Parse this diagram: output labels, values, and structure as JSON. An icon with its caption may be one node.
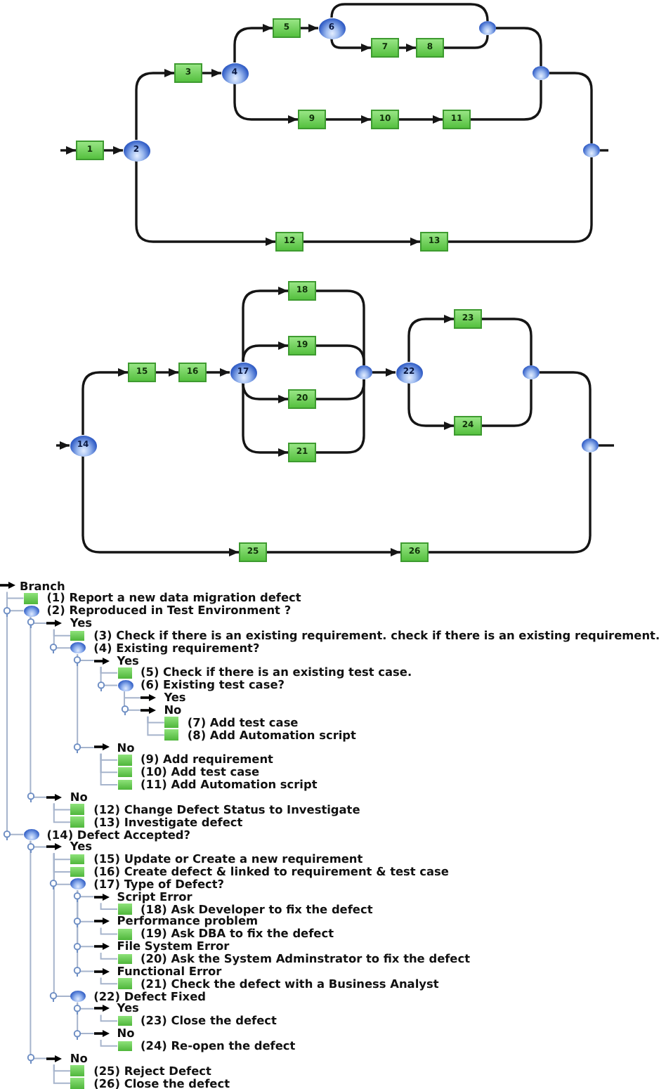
{
  "diagram": {
    "nodes": [
      {
        "text": [
          "1"
        ]
      },
      {
        "text": [
          "2"
        ]
      },
      {
        "text": [
          "3"
        ]
      },
      {
        "text": [
          "4"
        ]
      },
      {
        "text": [
          "5"
        ]
      },
      {
        "text": [
          "6"
        ]
      },
      {
        "text": [
          "7"
        ]
      },
      {
        "text": [
          "8"
        ]
      },
      {
        "text": [],
        "shape": "circle"
      },
      {
        "text": [
          "9"
        ]
      },
      {
        "text": [
          "10"
        ]
      },
      {
        "text": [
          "11"
        ]
      },
      {
        "text": [],
        "shape": "circle"
      },
      {
        "text": [
          "12"
        ]
      },
      {
        "text": [
          "13"
        ]
      },
      {
        "text": [],
        "shape": "circle"
      },
      {
        "text": [
          "14"
        ]
      },
      {
        "text": [
          "15"
        ]
      },
      {
        "text": [
          "16"
        ]
      },
      {
        "text": [
          "17"
        ]
      },
      {
        "text": [
          "18"
        ]
      },
      {
        "text": [
          "19"
        ]
      },
      {
        "text": [
          "20"
        ]
      },
      {
        "text": [
          "21"
        ]
      },
      {
        "text": [],
        "shape": "circle"
      },
      {
        "text": [
          "22"
        ]
      },
      {
        "text": [
          "23"
        ]
      },
      {
        "text": [
          "24"
        ]
      },
      {
        "text": [],
        "shape": "circle"
      },
      {
        "text": [
          "25"
        ]
      },
      {
        "text": [
          "26"
        ]
      },
      {
        "text": [],
        "shape": "circle"
      },
      {
        "text": [
          "Branch"
        ]
      },
      {
        "text": [
          "(1) Report a new data migration defect"
        ]
      },
      {
        "text": [
          "(2) Reproduced in Test Environment ?"
        ]
      },
      {
        "text": [
          "Yes"
        ]
      },
      {
        "text": [
          "(3) Check if there is an existing requirement. check if there is an existing requirement."
        ]
      },
      {
        "text": [
          "(4) Existing requirement?"
        ]
      },
      {
        "text": [
          "Yes"
        ]
      },
      {
        "text": [
          "(5) Check if there is an existing test case."
        ]
      },
      {
        "text": [
          "(6) Existing test case?"
        ]
      },
      {
        "text": [
          "Yes"
        ]
      },
      {
        "text": [
          "No"
        ]
      },
      {
        "text": [
          "(7) Add test case"
        ]
      },
      {
        "text": [
          "(8) Add Automation script"
        ]
      },
      {
        "text": [
          "No"
        ]
      },
      {
        "text": [
          "(9) Add requirement"
        ]
      },
      {
        "text": [
          "(10) Add test case"
        ]
      },
      {
        "text": [
          "(11) Add Automation script"
        ]
      },
      {
        "text": [
          "No"
        ]
      },
      {
        "text": [
          "(12) Change Defect Status to Investigate"
        ]
      },
      {
        "text": [
          "(13) Investigate defect"
        ]
      },
      {
        "text": [
          "(14) Defect Accepted?"
        ]
      },
      {
        "text": [
          "Yes"
        ]
      },
      {
        "text": [
          "(15) Update or Create a new requirement"
        ]
      },
      {
        "text": [
          "(16) Create defect & linked to requirement & test case"
        ]
      },
      {
        "text": [
          "(17) Type of Defect?"
        ]
      },
      {
        "text": [
          "Script Error"
        ]
      },
      {
        "text": [
          "(18) Ask Developer to fix the defect"
        ]
      },
      {
        "text": [
          "Performance problem"
        ]
      },
      {
        "text": [
          "(19) Ask DBA to fix the defect"
        ]
      },
      {
        "text": [
          "File System Error"
        ]
      },
      {
        "text": [
          "(20) Ask the System Adminstrator to fix the defect"
        ]
      },
      {
        "text": [
          "Functional Error"
        ]
      },
      {
        "text": [
          "(21) Check the defect with a Business Analyst"
        ]
      },
      {
        "text": [
          "(22) Defect Fixed"
        ]
      },
      {
        "text": [
          "Yes"
        ]
      },
      {
        "text": [
          "(23) Close the defect"
        ]
      },
      {
        "text": [
          "No"
        ]
      },
      {
        "text": [
          "(24) Re-open the defect"
        ]
      },
      {
        "text": [
          "No"
        ]
      },
      {
        "text": [
          "(25) Reject Defect"
        ]
      },
      {
        "text": [
          "(26) Close the defect"
        ]
      }
    ],
    "edges": [
      {
        "from": null,
        "to": 0,
        "arrow": "to"
      },
      {
        "from": 0,
        "to": 1,
        "arrow": "to"
      },
      {
        "from": 1,
        "to": 2,
        "arrow": "to"
      },
      {
        "from": 2,
        "to": 3,
        "arrow": "to"
      },
      {
        "from": 3,
        "to": 4,
        "arrow": "to"
      },
      {
        "from": 4,
        "to": 5,
        "arrow": "to"
      },
      {
        "from": 5,
        "to": 8,
        "arrow": "none"
      },
      {
        "from": 5,
        "to": 6,
        "arrow": "to"
      },
      {
        "from": 6,
        "to": 7,
        "arrow": "to"
      },
      {
        "from": 7,
        "to": 8,
        "arrow": "none"
      },
      {
        "from": 8,
        "to": 12,
        "arrow": "none"
      },
      {
        "from": 3,
        "to": 9,
        "arrow": "to"
      },
      {
        "from": 9,
        "to": 10,
        "arrow": "to"
      },
      {
        "from": 10,
        "to": 11,
        "arrow": "to"
      },
      {
        "from": 11,
        "to": 12,
        "arrow": "none"
      },
      {
        "from": 12,
        "to": 15,
        "arrow": "none"
      },
      {
        "from": 1,
        "to": 13,
        "arrow": "to"
      },
      {
        "from": 13,
        "to": 14,
        "arrow": "to"
      },
      {
        "from": 14,
        "to": 15,
        "arrow": "none"
      },
      {
        "from": 15,
        "to": null,
        "arrow": "none"
      },
      {
        "from": null,
        "to": 16,
        "arrow": "to"
      },
      {
        "from": 16,
        "to": 17,
        "arrow": "to"
      },
      {
        "from": 17,
        "to": 18,
        "arrow": "to"
      },
      {
        "from": 18,
        "to": 19,
        "arrow": "to"
      },
      {
        "from": 19,
        "to": 20,
        "arrow": "to"
      },
      {
        "from": 19,
        "to": 21,
        "arrow": "to"
      },
      {
        "from": 19,
        "to": 22,
        "arrow": "to"
      },
      {
        "from": 19,
        "to": 23,
        "arrow": "to"
      },
      {
        "from": 20,
        "to": 24,
        "arrow": "none"
      },
      {
        "from": 21,
        "to": 24,
        "arrow": "none"
      },
      {
        "from": 22,
        "to": 24,
        "arrow": "none"
      },
      {
        "from": 23,
        "to": 24,
        "arrow": "none"
      },
      {
        "from": 24,
        "to": 25,
        "arrow": "to"
      },
      {
        "from": 25,
        "to": 26,
        "arrow": "to"
      },
      {
        "from": 25,
        "to": 27,
        "arrow": "to"
      },
      {
        "from": 26,
        "to": 28,
        "arrow": "none"
      },
      {
        "from": 27,
        "to": 28,
        "arrow": "none"
      },
      {
        "from": 28,
        "to": 31,
        "arrow": "none"
      },
      {
        "from": 16,
        "to": 29,
        "arrow": "to"
      },
      {
        "from": 29,
        "to": 30,
        "arrow": "to"
      },
      {
        "from": 30,
        "to": 31,
        "arrow": "none"
      },
      {
        "from": 31,
        "to": null,
        "arrow": "none"
      },
      {
        "from": 32,
        "to": 33,
        "arrow": "none",
        "color": "#a6b4cc"
      },
      {
        "from": 32,
        "to": 34,
        "arrow": "none",
        "color": "#a6b4cc"
      },
      {
        "from": 34,
        "to": 35,
        "arrow": "none",
        "color": "#a6b4cc"
      },
      {
        "from": 35,
        "to": 36,
        "arrow": "none",
        "color": "#a6b4cc"
      },
      {
        "from": 35,
        "to": 37,
        "arrow": "none",
        "color": "#a6b4cc"
      },
      {
        "from": 37,
        "to": 38,
        "arrow": "none",
        "color": "#a6b4cc"
      },
      {
        "from": 38,
        "to": 39,
        "arrow": "none",
        "color": "#a6b4cc"
      },
      {
        "from": 38,
        "to": 40,
        "arrow": "none",
        "color": "#a6b4cc"
      },
      {
        "from": 40,
        "to": 41,
        "arrow": "none",
        "color": "#a6b4cc"
      },
      {
        "from": 40,
        "to": 42,
        "arrow": "none",
        "color": "#a6b4cc"
      },
      {
        "from": 42,
        "to": 43,
        "arrow": "none",
        "color": "#a6b4cc"
      },
      {
        "from": 42,
        "to": 44,
        "arrow": "none",
        "color": "#a6b4cc"
      },
      {
        "from": 37,
        "to": 45,
        "arrow": "none",
        "color": "#a6b4cc"
      },
      {
        "from": 45,
        "to": 46,
        "arrow": "none",
        "color": "#a6b4cc"
      },
      {
        "from": 45,
        "to": 47,
        "arrow": "none",
        "color": "#a6b4cc"
      },
      {
        "from": 45,
        "to": 48,
        "arrow": "none",
        "color": "#a6b4cc"
      },
      {
        "from": 34,
        "to": 49,
        "arrow": "none",
        "color": "#a6b4cc"
      },
      {
        "from": 49,
        "to": 50,
        "arrow": "none",
        "color": "#a6b4cc"
      },
      {
        "from": 49,
        "to": 51,
        "arrow": "none",
        "color": "#a6b4cc"
      },
      {
        "from": 32,
        "to": 52,
        "arrow": "none",
        "color": "#a6b4cc"
      },
      {
        "from": 52,
        "to": 53,
        "arrow": "none",
        "color": "#a6b4cc"
      },
      {
        "from": 53,
        "to": 54,
        "arrow": "none",
        "color": "#a6b4cc"
      },
      {
        "from": 53,
        "to": 55,
        "arrow": "none",
        "color": "#a6b4cc"
      },
      {
        "from": 53,
        "to": 56,
        "arrow": "none",
        "color": "#a6b4cc"
      },
      {
        "from": 56,
        "to": 57,
        "arrow": "none",
        "color": "#a6b4cc"
      },
      {
        "from": 57,
        "to": 58,
        "arrow": "none",
        "color": "#a6b4cc"
      },
      {
        "from": 56,
        "to": 59,
        "arrow": "none",
        "color": "#a6b4cc"
      },
      {
        "from": 59,
        "to": 60,
        "arrow": "none",
        "color": "#a6b4cc"
      },
      {
        "from": 56,
        "to": 61,
        "arrow": "none",
        "color": "#a6b4cc"
      },
      {
        "from": 61,
        "to": 62,
        "arrow": "none",
        "color": "#a6b4cc"
      },
      {
        "from": 56,
        "to": 63,
        "arrow": "none",
        "color": "#a6b4cc"
      },
      {
        "from": 63,
        "to": 64,
        "arrow": "none",
        "color": "#a6b4cc"
      },
      {
        "from": 53,
        "to": 65,
        "arrow": "none",
        "color": "#a6b4cc"
      },
      {
        "from": 65,
        "to": 66,
        "arrow": "none",
        "color": "#a6b4cc"
      },
      {
        "from": 66,
        "to": 67,
        "arrow": "none",
        "color": "#a6b4cc"
      },
      {
        "from": 65,
        "to": 68,
        "arrow": "none",
        "color": "#a6b4cc"
      },
      {
        "from": 68,
        "to": 69,
        "arrow": "none",
        "color": "#a6b4cc"
      },
      {
        "from": 52,
        "to": 70,
        "arrow": "none",
        "color": "#a6b4cc"
      },
      {
        "from": 70,
        "to": 71,
        "arrow": "none",
        "color": "#a6b4cc"
      },
      {
        "from": 70,
        "to": 72,
        "arrow": "none",
        "color": "#a6b4cc"
      }
    ]
  }
}
